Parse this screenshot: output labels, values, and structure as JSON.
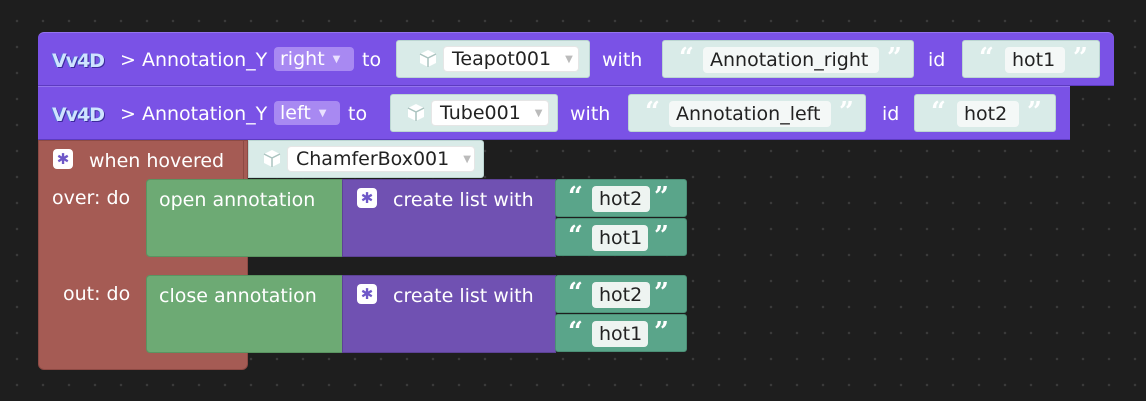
{
  "colors": {
    "background": "#1e1e1e",
    "vv4d_block": "#7a52e6",
    "event_block": "#a55b54",
    "action_block": "#6daa74",
    "list_block": "#7051b2",
    "string_block": "#5aa58a",
    "object_socket": "#d9ebe8"
  },
  "blocks": [
    {
      "logo": "Vv4D",
      "method": "> Annotation_Y",
      "direction": "right",
      "to_label": "to",
      "object": "Teapot001",
      "with_label": "with",
      "text": "Annotation_right",
      "id_label": "id",
      "id_value": "hot1"
    },
    {
      "logo": "Vv4D",
      "method": "> Annotation_Y",
      "direction": "left",
      "to_label": "to",
      "object": "Tube001",
      "with_label": "with",
      "text": "Annotation_left",
      "id_label": "id",
      "id_value": "hot2"
    }
  ],
  "event": {
    "label": "when hovered",
    "object": "ChamferBox001",
    "over_label": "over: do",
    "out_label": "out: do",
    "over_action": "open annotation",
    "out_action": "close annotation",
    "list_label": "create list with",
    "over_items": [
      "hot2",
      "hot1"
    ],
    "out_items": [
      "hot2",
      "hot1"
    ]
  },
  "icons": {
    "object": "cube-icon",
    "mutator": "gear-icon",
    "quote": "quote-icon",
    "dropdown": "dropdown-arrow-icon"
  }
}
